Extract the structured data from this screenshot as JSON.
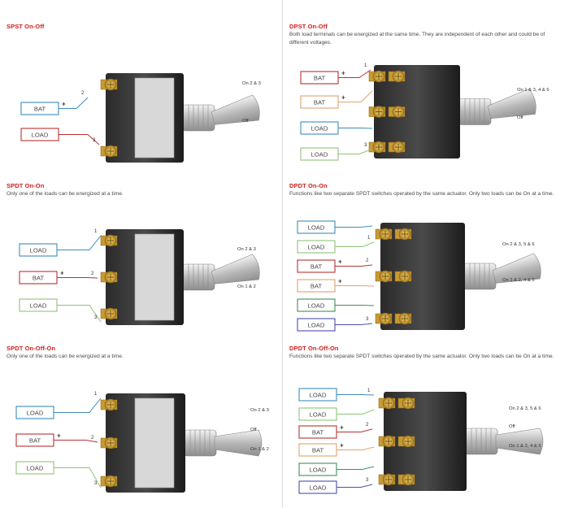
{
  "panels": [
    {
      "title": "SPST On-Off",
      "description": "",
      "terminals": [
        {
          "label": "BAT",
          "num": "2",
          "pin": "+",
          "color": "#3d8bbd"
        },
        {
          "label": "LOAD",
          "num": "3",
          "pin": "",
          "color": "#b83232"
        }
      ],
      "positions": [
        "On 2 & 3",
        "Off"
      ]
    },
    {
      "title": "DPST On-Off",
      "description": "Both load terminals can be energized at the same time. They are independent of each other and could be of different voltages.",
      "terminals": [
        {
          "label": "BAT",
          "num": "1",
          "pin": "+",
          "color": "#b83232"
        },
        {
          "label": "BAT",
          "num": "",
          "pin": "+",
          "color": "#e1a36e"
        },
        {
          "label": "LOAD",
          "num": "",
          "pin": "",
          "color": "#3d8bbd"
        },
        {
          "label": "LOAD",
          "num": "3",
          "pin": "",
          "color": "#8fc27a"
        }
      ],
      "positions": [
        "On 1 & 3, 4 & 6",
        "Off"
      ]
    },
    {
      "title": "SPDT On-On",
      "description": "Only one of the loads can be energized at a time.",
      "terminals": [
        {
          "label": "LOAD",
          "num": "1",
          "pin": "",
          "color": "#3d8bbd"
        },
        {
          "label": "BAT",
          "num": "2",
          "pin": "+",
          "color": "#b83232"
        },
        {
          "label": "LOAD",
          "num": "3",
          "pin": "",
          "color": "#8fc27a"
        }
      ],
      "positions": [
        "On 2 & 3",
        "On 1 & 2"
      ]
    },
    {
      "title": "DPDT On-On",
      "description": "Functions like two separate SPDT switches operated by the same actuator. Only two loads can be On at a time.",
      "terminals": [
        {
          "label": "LOAD",
          "num": "",
          "pin": "",
          "color": "#3d8bbd"
        },
        {
          "label": "LOAD",
          "num": "1",
          "pin": "",
          "color": "#8fc27a"
        },
        {
          "label": "BAT",
          "num": "2",
          "pin": "+",
          "color": "#b83232"
        },
        {
          "label": "BAT",
          "num": "",
          "pin": "+",
          "color": "#e1a36e"
        },
        {
          "label": "LOAD",
          "num": "",
          "pin": "",
          "color": "#3f8f5a"
        },
        {
          "label": "LOAD",
          "num": "3",
          "pin": "",
          "color": "#4b4fa8"
        }
      ],
      "positions": [
        "On 2 & 3, 5 & 6",
        "On 1 & 2, 4 & 5"
      ]
    },
    {
      "title": "SPDT On-Off-On",
      "description": "Only one of the loads can be energized at a time.",
      "terminals": [
        {
          "label": "LOAD",
          "num": "1",
          "pin": "",
          "color": "#3d8bbd"
        },
        {
          "label": "BAT",
          "num": "2",
          "pin": "+",
          "color": "#b83232"
        },
        {
          "label": "LOAD",
          "num": "3",
          "pin": "",
          "color": "#8fc27a"
        }
      ],
      "positions": [
        "On 2 & 3",
        "Off",
        "On 1 & 2"
      ]
    },
    {
      "title": "DPDT On-Off-On",
      "description": "Functions like two separate SPDT switches operated by the same actuator. Only two loads can be On at a time.",
      "terminals": [
        {
          "label": "LOAD",
          "num": "1",
          "pin": "",
          "color": "#3d8bbd"
        },
        {
          "label": "LOAD",
          "num": "",
          "pin": "",
          "color": "#8fc27a"
        },
        {
          "label": "BAT",
          "num": "2",
          "pin": "+",
          "color": "#b83232"
        },
        {
          "label": "BAT",
          "num": "",
          "pin": "+",
          "color": "#e1a36e"
        },
        {
          "label": "LOAD",
          "num": "",
          "pin": "",
          "color": "#3f8f5a"
        },
        {
          "label": "LOAD",
          "num": "3",
          "pin": "",
          "color": "#4b4fa8"
        }
      ],
      "positions": [
        "On 2 & 3, 5 & 6",
        "Off",
        "On 1 & 2, 4 & 5"
      ]
    }
  ]
}
